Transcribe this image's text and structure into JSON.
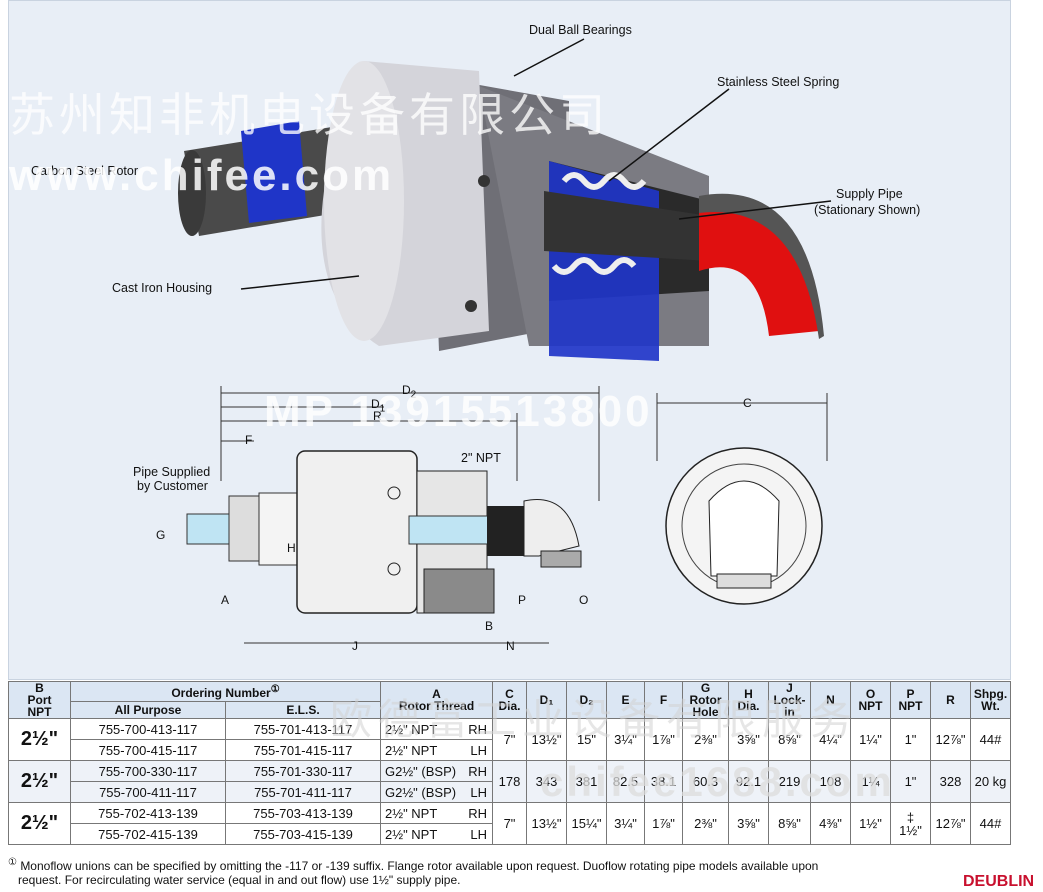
{
  "callouts": {
    "dual_ball_bearings": "Dual Ball Bearings",
    "stainless_steel_spring": "Stainless Steel Spring",
    "carbon_steel_rotor": "Carbon Steel Rotor",
    "supply_pipe": "Supply Pipe",
    "supply_pipe_sub": "(Stationary Shown)",
    "cast_iron_housing": "Cast Iron Housing",
    "pipe_supplied": "Pipe Supplied",
    "pipe_supplied_sub": "by Customer",
    "npt_2": "2\" NPT"
  },
  "dimension_labels": {
    "D2": "D",
    "D2_sub": "2",
    "D1": "D",
    "D1_sub": "1",
    "R": "R",
    "F": "F",
    "G": "G",
    "H": "H",
    "A": "A",
    "J": "J",
    "N": "N",
    "B": "B",
    "P": "P",
    "O": "O",
    "C": "C"
  },
  "watermarks": {
    "company_cn": "苏州知非机电设备有限公司",
    "site": "www.chifee.com",
    "phone": "MP 13915513800",
    "company_cn2": "欧德富工业设备有限服务",
    "site2": "chifee1688.com"
  },
  "table": {
    "headers": {
      "port_top": "B",
      "port_mid": "Port",
      "port_bot": "NPT",
      "ordering": "Ordering Number",
      "ordering_sup": "①",
      "all_purpose": "All Purpose",
      "els": "E.L.S.",
      "a_top": "A",
      "a_bot": "Rotor Thread",
      "c_top": "C",
      "c_bot": "Dia.",
      "d1": "D₁",
      "d2": "D₂",
      "e": "E",
      "f": "F",
      "g_top": "G",
      "g_mid": "Rotor",
      "g_bot": "Hole",
      "h_top": "H",
      "h_bot": "Dia.",
      "j_top": "J",
      "j_bot": "Lock-in",
      "n": "N",
      "o_top": "O",
      "o_bot": "NPT",
      "p_top": "P",
      "p_bot": "NPT",
      "r": "R",
      "wt_top": "Shpg.",
      "wt_bot": "Wt."
    },
    "groups": [
      {
        "port": "2½\"",
        "rows": [
          {
            "ap": "755-700-413-117",
            "els": "755-701-413-117",
            "thread": "2½\" NPT",
            "hand": "RH"
          },
          {
            "ap": "755-700-415-117",
            "els": "755-701-415-117",
            "thread": "2½\" NPT",
            "hand": "LH"
          }
        ],
        "c": "7\"",
        "d1": "13½\"",
        "d2": "15\"",
        "e": "3¼\"",
        "f": "1⅞\"",
        "g": "2⅜\"",
        "h": "3⅝\"",
        "j": "8⅝\"",
        "n": "4¼\"",
        "o": "1¼\"",
        "p": "1\"",
        "r": "12⅞\"",
        "wt": "44#"
      },
      {
        "port": "2½\"",
        "rows": [
          {
            "ap": "755-700-330-117",
            "els": "755-701-330-117",
            "thread": "G2½\" (BSP)",
            "hand": "RH"
          },
          {
            "ap": "755-700-411-117",
            "els": "755-701-411-117",
            "thread": "G2½\" (BSP)",
            "hand": "LH"
          }
        ],
        "c": "178",
        "d1": "343",
        "d2": "381",
        "e": "82.5",
        "f": "38.1",
        "g": "60.3",
        "h": "92.1",
        "j": "219",
        "n": "108",
        "o": "1¼",
        "p": "1\"",
        "r": "328",
        "wt": "20 kg"
      },
      {
        "port": "2½\"",
        "rows": [
          {
            "ap": "755-702-413-139",
            "els": "755-703-413-139",
            "thread": "2½\" NPT",
            "hand": "RH"
          },
          {
            "ap": "755-702-415-139",
            "els": "755-703-415-139",
            "thread": "2½\" NPT",
            "hand": "LH"
          }
        ],
        "c": "7\"",
        "d1": "13½\"",
        "d2": "15¼\"",
        "e": "3¼\"",
        "f": "1⅞\"",
        "g": "2⅜\"",
        "h": "3⅝\"",
        "j": "8⅝\"",
        "n": "4⅜\"",
        "o": "1½\"",
        "p_top": "‡",
        "p": "1½\"",
        "r": "12⅞\"",
        "wt": "44#"
      }
    ]
  },
  "footnote": {
    "marker": "①",
    "line1": "Monoflow unions can be specified by omitting the -117 or -139 suffix. Flange rotor available upon request. Duoflow rotating pipe models available upon",
    "line2": "request. For recirculating water service (equal in and out flow) use 1½\" supply pipe."
  },
  "brand": "DEUBLIN",
  "colors": {
    "panel": "#e8eef6",
    "housing": "#c9c9cf",
    "rotor": "#555",
    "blue": "#1f35c8",
    "red": "#e01010",
    "brand": "#c8102e"
  }
}
